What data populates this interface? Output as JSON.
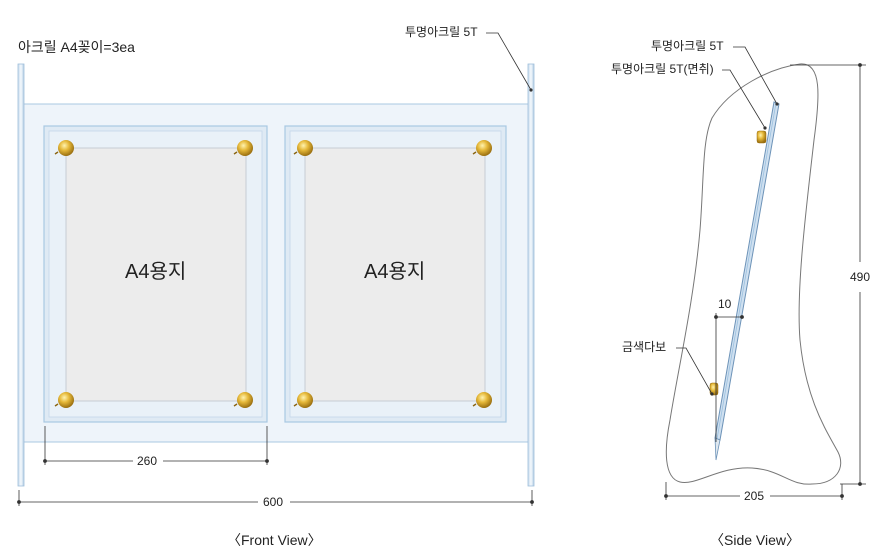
{
  "front": {
    "title_note": "아크릴 A4꽂이=3ea",
    "top_label": "투명아크릴 5T",
    "panel_left_label": "A4용지",
    "panel_right_label": "A4용지",
    "dim_panel": "260",
    "dim_total": "600",
    "caption": "〈Front View〉"
  },
  "side": {
    "label_acrylic": "투명아크릴 5T",
    "label_acrylic_edge": "투명아크릴 5T(면취)",
    "label_spacer": "10",
    "label_gold": "금색다보",
    "dim_height": "490",
    "dim_depth": "205",
    "caption": "〈Side View〉"
  },
  "colors": {
    "acrylic_fill": "#eef4fa",
    "acrylic_edge": "#a9c8e2",
    "paper_fill": "#ececec",
    "gold": "#d4a82a",
    "line": "#333333"
  }
}
